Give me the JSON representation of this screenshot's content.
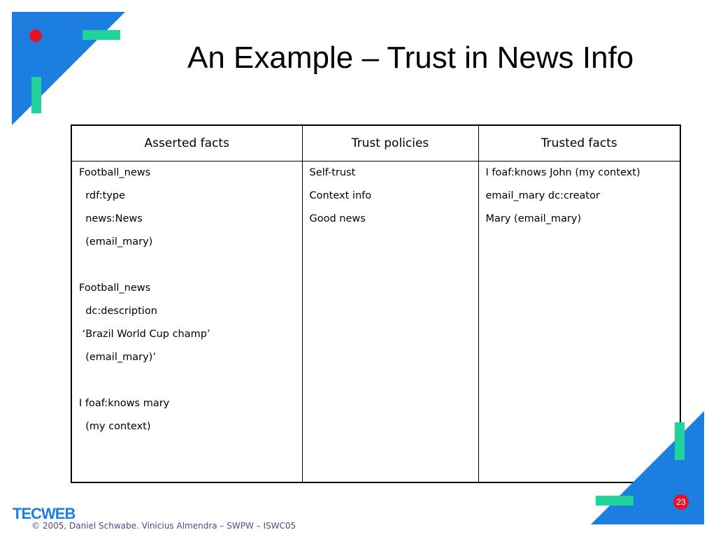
{
  "slide": {
    "title": "An Example – Trust in News Info",
    "page_number": "23",
    "footer": "© 2005, Daniel Schwabe. Vinicius Almendra – SWPW – ISWC05",
    "logo": "TECWEB"
  },
  "table": {
    "headers": [
      "Asserted facts",
      "Trust policies",
      "Trusted facts"
    ],
    "asserted_facts": [
      "Football_news",
      "  rdf:type",
      "  news:News",
      "  (email_mary)",
      "",
      "Football_news",
      "  dc:description",
      " ‘Brazil World Cup champ’",
      "  (email_mary)’",
      "",
      "I foaf:knows mary",
      "  (my context)"
    ],
    "trust_policies": [
      "Self-trust",
      "Context info",
      "Good news"
    ],
    "trusted_facts": [
      "I foaf:knows John (my context)",
      "email_mary dc:creator",
      "Mary (email_mary)"
    ]
  },
  "colors": {
    "accent_blue": "#1c7fdf",
    "accent_green": "#1fd39a",
    "accent_red": "#e3132a"
  }
}
